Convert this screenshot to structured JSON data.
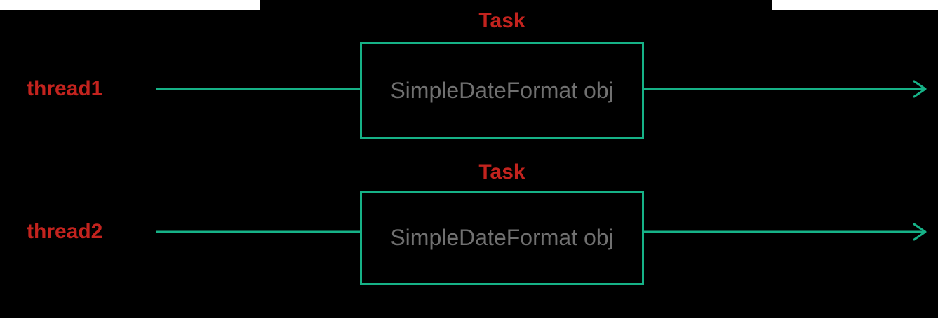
{
  "theme": {
    "canvas_background": "#ffffff",
    "diagram_background": "#000000",
    "accent_teal": "#16b287",
    "accent_red": "#c3231e",
    "box_text_gray": "#707070"
  },
  "diagram": {
    "lanes": [
      {
        "thread_label": "thread1",
        "task_label": "Task",
        "box_label": "SimpleDateFormat obj"
      },
      {
        "thread_label": "thread2",
        "task_label": "Task",
        "box_label": "SimpleDateFormat obj"
      }
    ]
  }
}
